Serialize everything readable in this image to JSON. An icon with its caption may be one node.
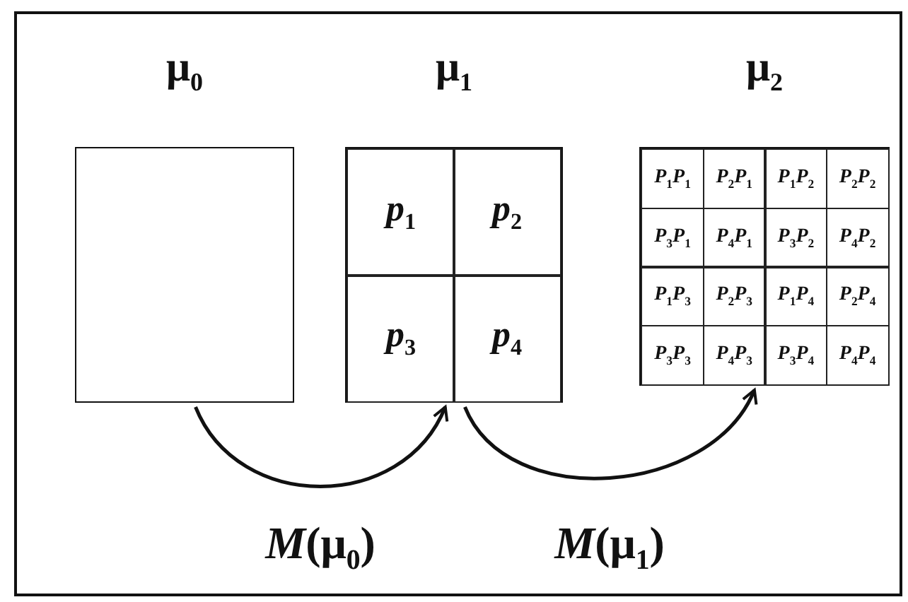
{
  "diagram": {
    "nodes": [
      {
        "text": [
          "μ$_{0}$"
        ]
      },
      {
        "text": [
          "μ$_{1}$"
        ]
      },
      {
        "text": [
          "*p*$_{1}$"
        ],
        "in": 1
      },
      {
        "text": [
          "*p*$_{2}$"
        ],
        "in": 1
      },
      {
        "text": [
          "*p*$_{3}$"
        ],
        "in": 1
      },
      {
        "text": [
          "*p*$_{4}$"
        ],
        "in": 1
      },
      {
        "text": [
          "μ$_{2}$"
        ]
      },
      {
        "text": [
          "*P*$_{1}$*P*$_{1}$"
        ],
        "in": 6
      },
      {
        "text": [
          "*P*$_{2}$*P*$_{1}$"
        ],
        "in": 6
      },
      {
        "text": [
          "*P*$_{1}$*P*$_{2}$"
        ],
        "in": 6
      },
      {
        "text": [
          "*P*$_{2}$*P*$_{2}$"
        ],
        "in": 6
      },
      {
        "text": [
          "*P*$_{3}$*P*$_{1}$"
        ],
        "in": 6
      },
      {
        "text": [
          "*P*$_{4}$*P*$_{1}$"
        ],
        "in": 6
      },
      {
        "text": [
          "*P*$_{3}$*P*$_{2}$"
        ],
        "in": 6
      },
      {
        "text": [
          "*P*$_{4}$*P*$_{2}$"
        ],
        "in": 6
      },
      {
        "text": [
          "*P*$_{1}$*P*$_{3}$"
        ],
        "in": 6
      },
      {
        "text": [
          "*P*$_{2}$*P*$_{3}$"
        ],
        "in": 6
      },
      {
        "text": [
          "*P*$_{1}$*P*$_{4}$"
        ],
        "in": 6
      },
      {
        "text": [
          "*P*$_{2}$*P*$_{4}$"
        ],
        "in": 6
      },
      {
        "text": [
          "*P*$_{3}$*P*$_{3}$"
        ],
        "in": 6
      },
      {
        "text": [
          "*P*$_{4}$*P*$_{3}$"
        ],
        "in": 6
      },
      {
        "text": [
          "*P*$_{3}$*P*$_{4}$"
        ],
        "in": 6
      },
      {
        "text": [
          "*P*$_{4}$*P*$_{4}$"
        ],
        "in": 6
      }
    ],
    "edges": [
      {
        "from": 0,
        "to": 1,
        "arrow": "to",
        "label": "*M*(μ$_{0}$)"
      },
      {
        "from": 1,
        "to": 6,
        "arrow": "to",
        "label": "*M*(μ$_{1}$)"
      }
    ]
  }
}
